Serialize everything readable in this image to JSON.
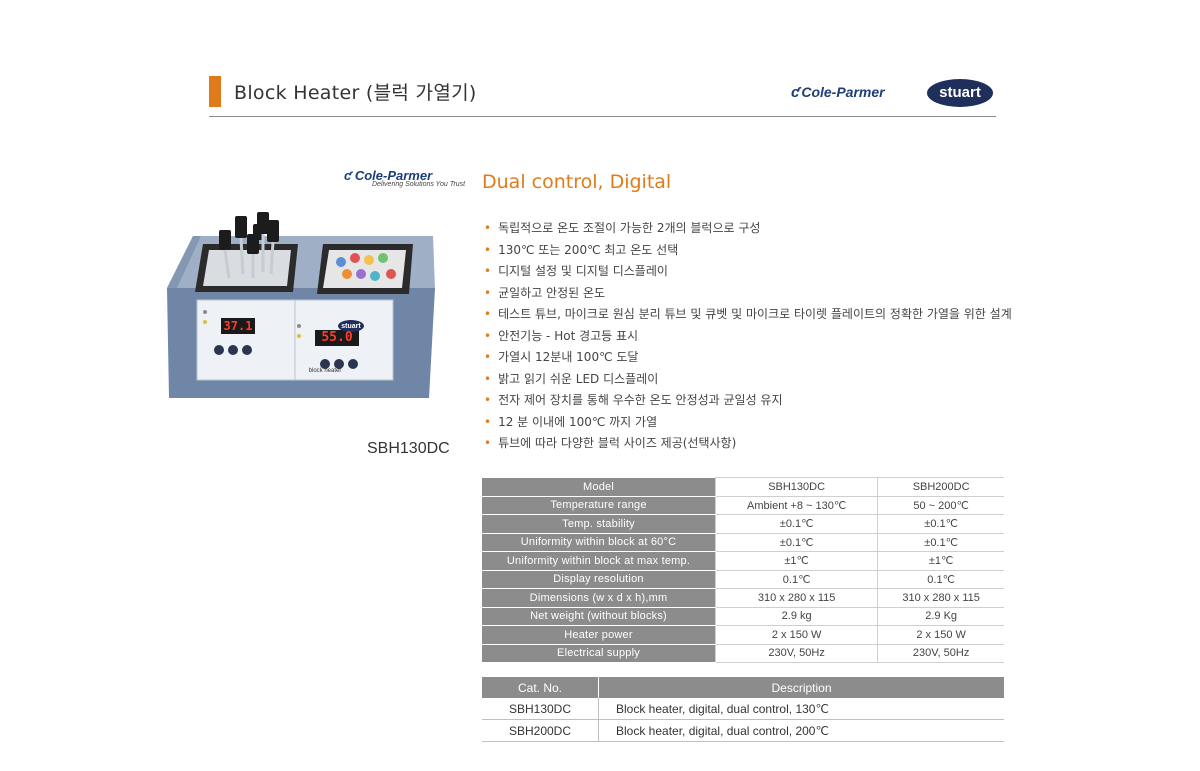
{
  "header": {
    "title": "Block Heater (블럭 가열기)",
    "brand_cp": "Cole-Parmer",
    "brand_stuart": "stuart"
  },
  "product": {
    "logo_name": "Cole-Parmer",
    "logo_tagline": "Delivering Solutions You Trust",
    "model": "SBH130DC",
    "display_left": "37.1",
    "display_right": "55.0",
    "device_brand": "stuart",
    "device_label": "block heater"
  },
  "section_title": "Dual control, Digital",
  "features": [
    "독립적으로 온도 조절이 가능한 2개의 블럭으로 구성",
    "130℃ 또는 200℃ 최고 온도 선택",
    "디지털 설정 및 디지털 디스플레이",
    "균일하고 안정된 온도",
    "테스트 튜브, 마이크로 원심 분리 튜브 및 큐벳 및 마이크로 타이렛 플레이트의 정확한 가열을 위한 설계",
    "안전기능 - Hot 경고등 표시",
    "가열시 12분내 100℃ 도달",
    "밝고 읽기 쉬운 LED 디스플레이",
    "전자 제어 장치를 통해 우수한 온도 안정성과 균일성 유지",
    "12 분 이내에 100℃ 까지 가열",
    "튜브에 따라 다양한 블럭 사이즈 제공(선택사항)"
  ],
  "spec_table": [
    [
      "Model",
      "SBH130DC",
      "SBH200DC"
    ],
    [
      "Temperature range",
      "Ambient +8 ~ 130℃",
      "50 ~ 200℃"
    ],
    [
      "Temp. stability",
      "±0.1℃",
      "±0.1℃"
    ],
    [
      "Uniformity within block at 60°C",
      "±0.1℃",
      "±0.1℃"
    ],
    [
      "Uniformity within block at max temp.",
      "±1℃",
      "±1℃"
    ],
    [
      "Display resolution",
      "0.1℃",
      "0.1℃"
    ],
    [
      "Dimensions (w x d x h),mm",
      "310 x 280 x 115",
      "310 x 280 x 115"
    ],
    [
      "Net weight (without blocks)",
      "2.9 kg",
      "2.9 Kg"
    ],
    [
      "Heater power",
      "2 x 150 W",
      "2 x 150 W"
    ],
    [
      "Electrical supply",
      "230V, 50Hz",
      "230V, 50Hz"
    ]
  ],
  "cat_table": {
    "headers": [
      "Cat. No.",
      "Description"
    ],
    "rows": [
      [
        "SBH130DC",
        "Block heater, digital, dual control, 130℃"
      ],
      [
        "SBH200DC",
        "Block heater, digital, dual control, 200℃"
      ]
    ]
  },
  "colors": {
    "accent": "#e07b1c",
    "table_header": "#8c8c8c",
    "brand_navy": "#1f2f5c"
  }
}
